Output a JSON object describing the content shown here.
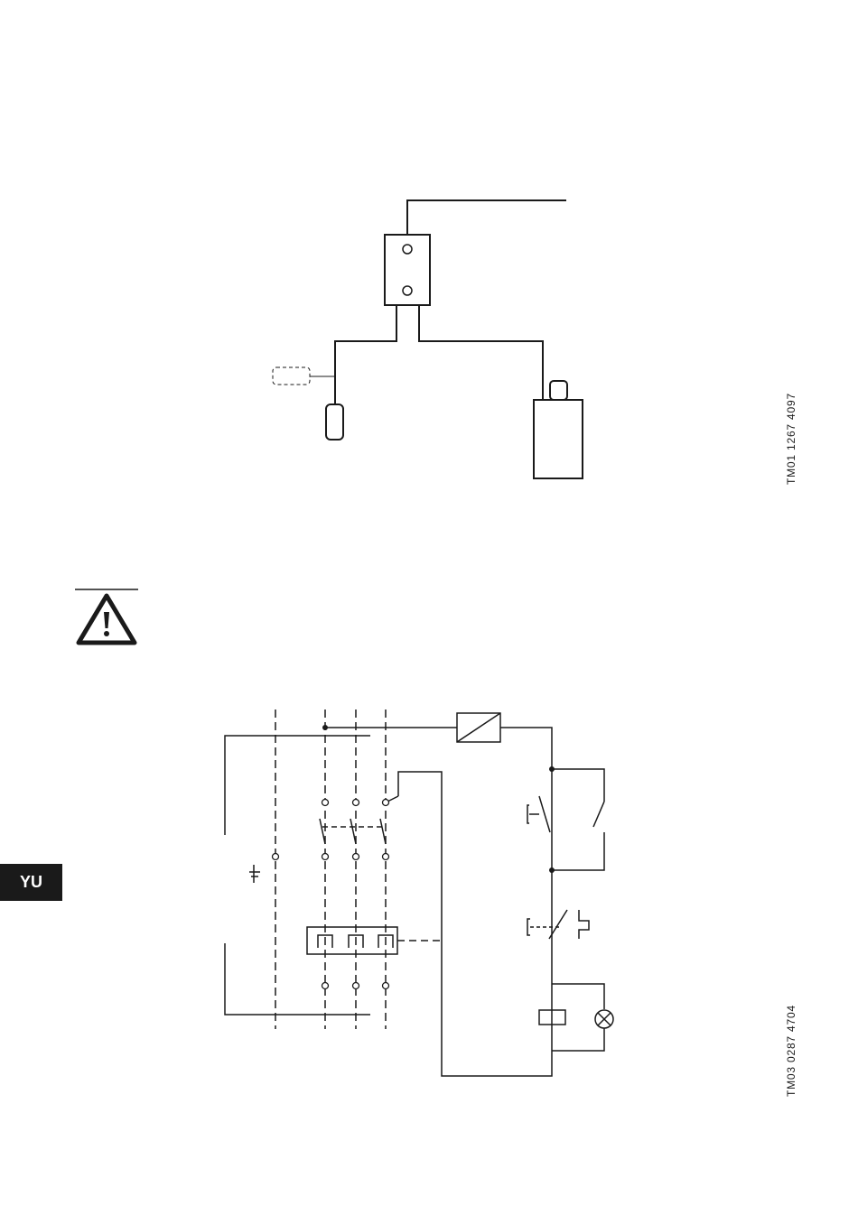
{
  "figure_top": {
    "ref_code": "TM01 1267 4097"
  },
  "figure_bottom": {
    "ref_code": "TM03 0287 4704"
  },
  "language_tab": {
    "label": "YU"
  },
  "colors": {
    "ink": "#1a1a1a",
    "paper": "#ffffff"
  },
  "icons": {
    "warning": "warning-triangle-icon"
  }
}
